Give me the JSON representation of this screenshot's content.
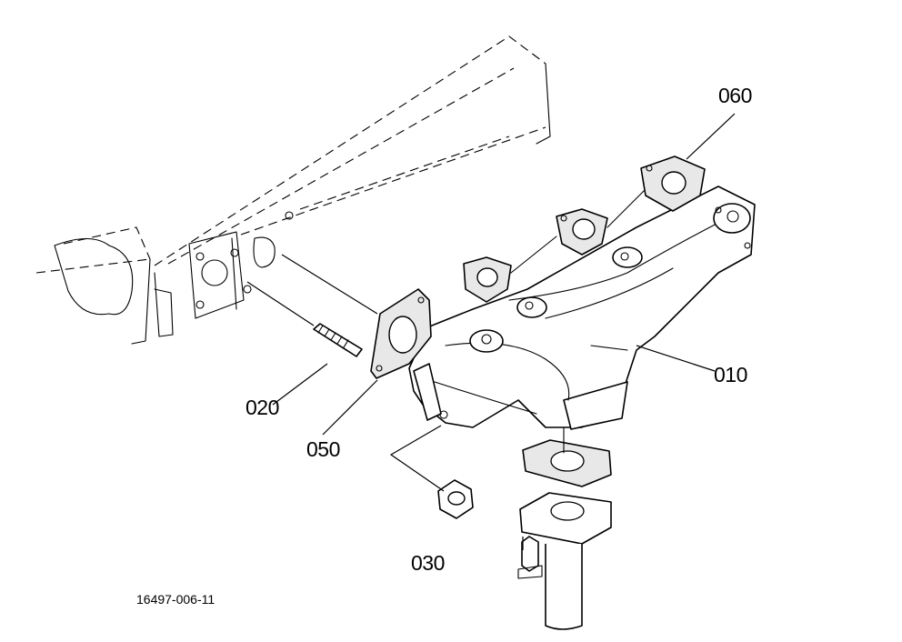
{
  "diagram": {
    "callouts": {
      "part_060": "060",
      "part_010": "010",
      "part_020": "020",
      "part_050": "050",
      "part_030": "030"
    },
    "figure_code": "16497-006-11"
  }
}
